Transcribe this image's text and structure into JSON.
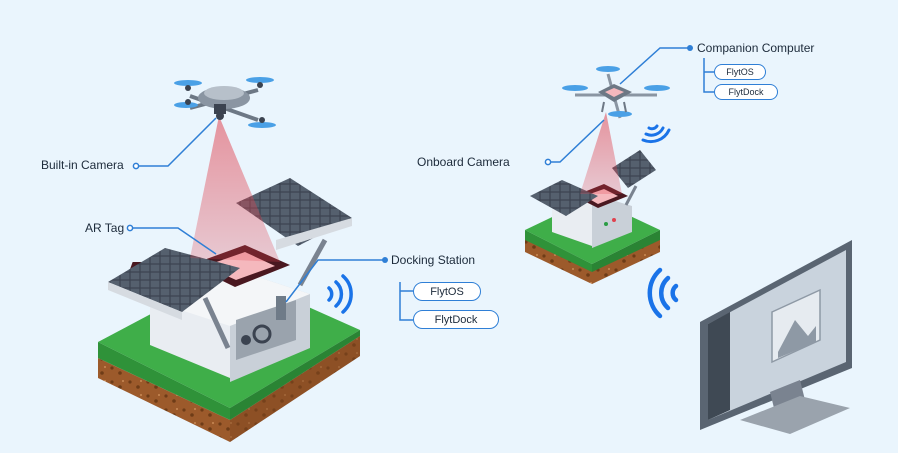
{
  "labels": {
    "built_in_camera": "Built-in Camera",
    "ar_tag": "AR Tag",
    "docking_station": "Docking Station",
    "onboard_camera": "Onboard Camera",
    "companion_computer": "Companion Computer"
  },
  "docking_station_software": [
    "FlytOS",
    "FlytDock"
  ],
  "companion_computer_software": [
    "FlytOS",
    "FlytDock"
  ],
  "colors": {
    "background": "#eaf5fd",
    "callout_line": "#2f7fd6",
    "wifi": "#1a73e8",
    "grass": "#3fae49",
    "soil": "#9c5a2b",
    "camera_beam": "#e0424f",
    "solar_panel": "#3b4350"
  },
  "icons": [
    "drone-icon",
    "quadcopter-icon",
    "docking-station-icon",
    "solar-panel-icon",
    "wifi-icon",
    "monitor-icon",
    "ar-tag-icon"
  ]
}
